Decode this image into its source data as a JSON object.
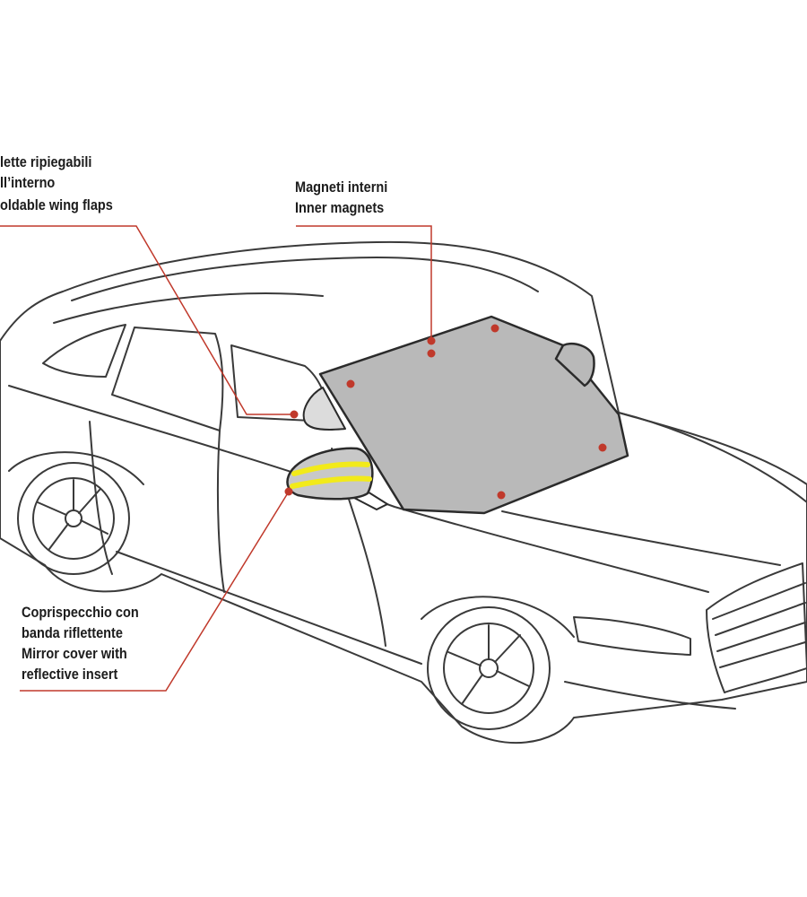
{
  "callouts": {
    "wing_flaps": {
      "it_line1": "lette ripiegabili",
      "it_line2": "ll’interno",
      "en_line1": "oldable wing flaps"
    },
    "magnets": {
      "it_line1": "Magneti interni",
      "en_line1": "Inner magnets"
    },
    "mirror": {
      "it_line1": "Coprispecchio con",
      "it_line2": "banda riflettente",
      "en_line1": "Mirror cover with",
      "en_line2": "reflective insert"
    }
  },
  "colors": {
    "outline": "#3a3a3a",
    "cover_fill": "#b9b9b9",
    "flap_fill": "#dcdcdc",
    "leader_line": "#c0392b",
    "magnet_dot": "#c0392b",
    "reflective_band": "#f2ea1a",
    "body_fill": "#ffffff"
  },
  "icons": {
    "magnet_marker": "red-dot"
  }
}
